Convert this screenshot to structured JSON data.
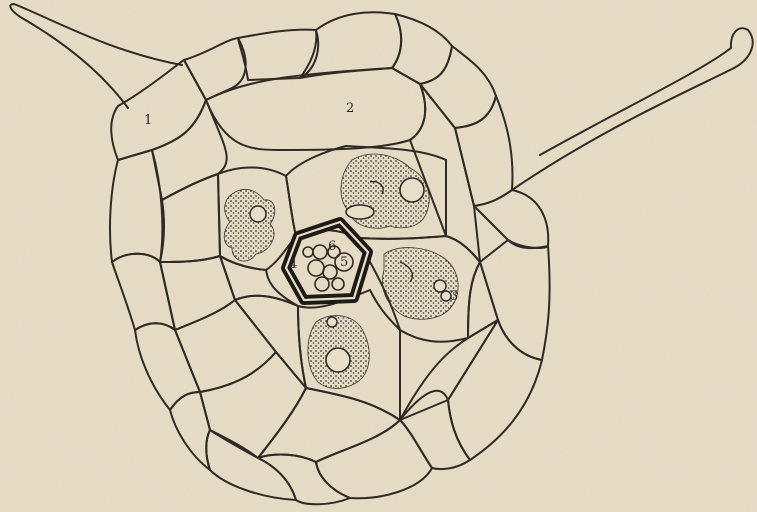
{
  "figure": {
    "paper_color": "#e9dfc9",
    "ink_color": "#2f2a24",
    "labels": {
      "l1": "1",
      "l2": "2",
      "l3": "3",
      "l4": "4",
      "l5": "5",
      "l6": "6"
    }
  }
}
